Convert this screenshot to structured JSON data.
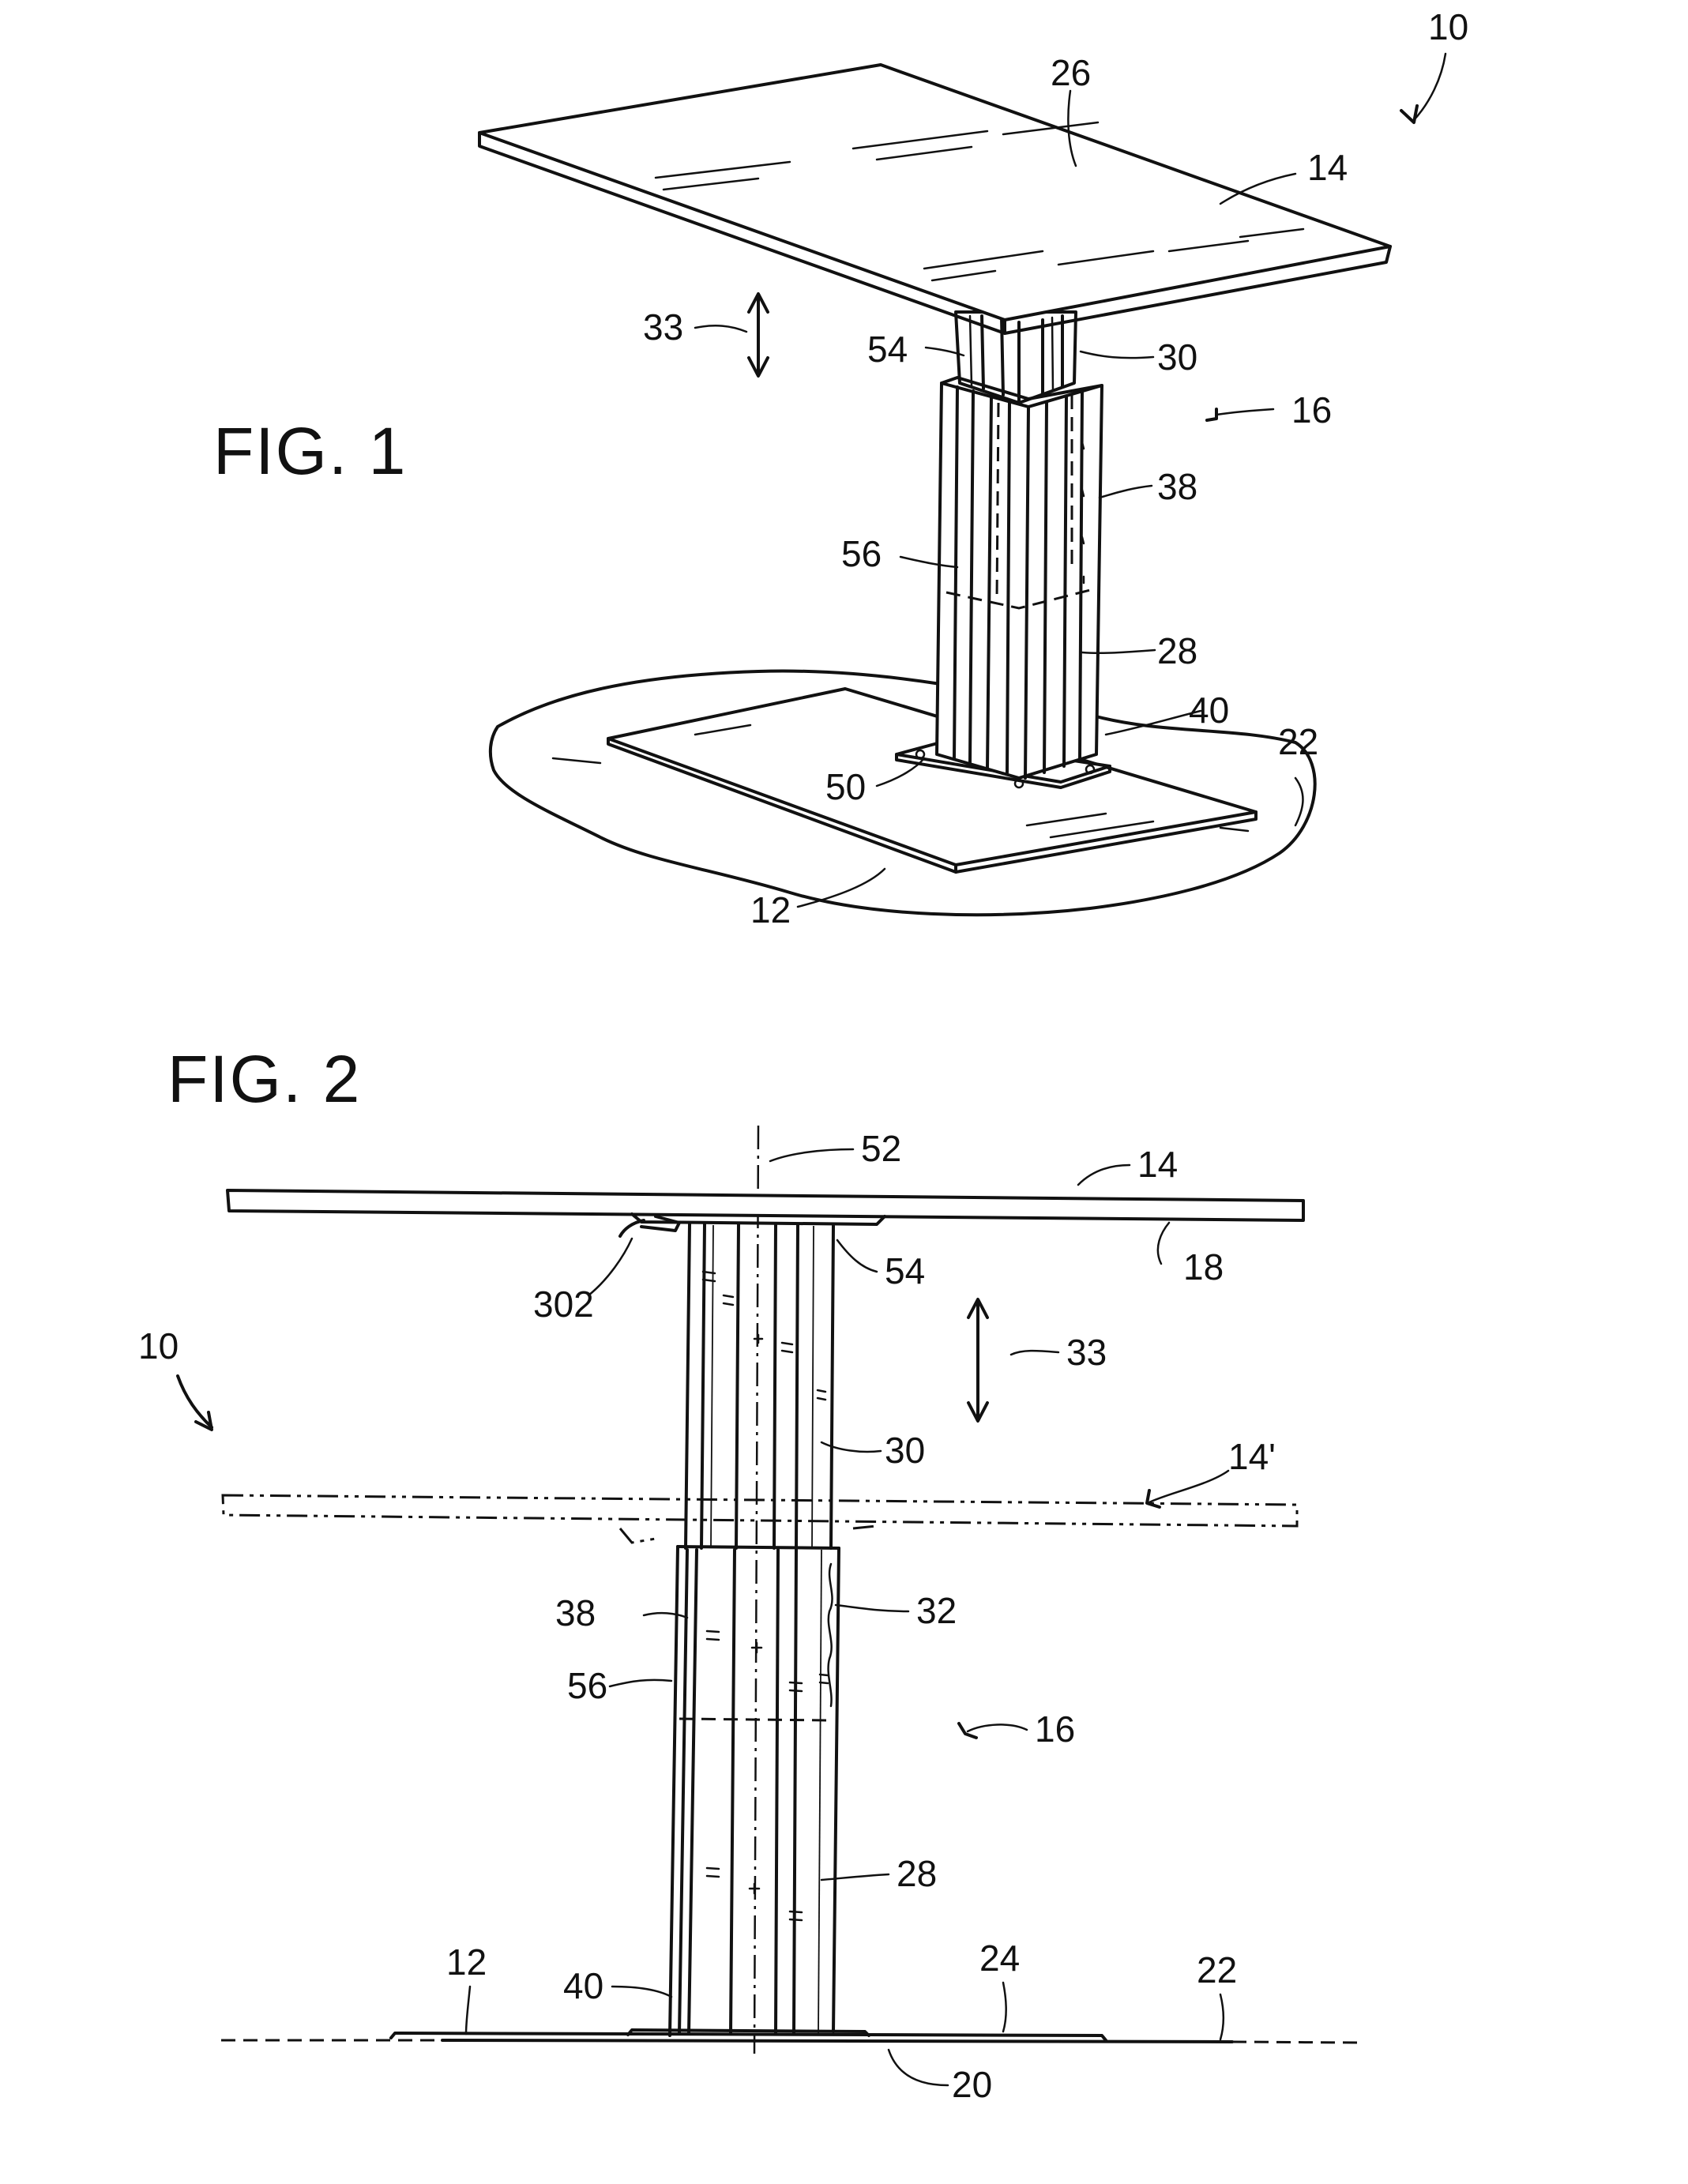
{
  "figures": [
    {
      "title": "FIG. 1",
      "labels": [
        "10",
        "26",
        "14",
        "33",
        "54",
        "30",
        "16",
        "38",
        "56",
        "28",
        "40",
        "22",
        "50",
        "12"
      ]
    },
    {
      "title": "FIG. 2",
      "labels": [
        "52",
        "14",
        "18",
        "302",
        "54",
        "10",
        "33",
        "30",
        "14'",
        "38",
        "32",
        "56",
        "16",
        "28",
        "12",
        "40",
        "24",
        "22",
        "20"
      ]
    }
  ]
}
